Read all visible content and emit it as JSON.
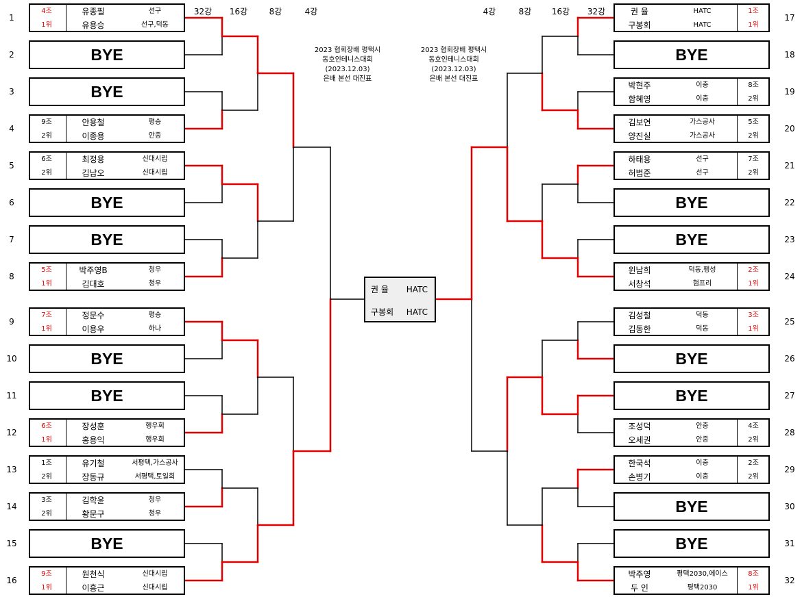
{
  "title_block": {
    "lines": [
      "2023 협회장배 평택시",
      "동호인테니스대회",
      "(2023.12.03)",
      "은배 본선 대진표"
    ]
  },
  "rounds": {
    "left": [
      "32강",
      "16강",
      "8강",
      "4강"
    ],
    "right": [
      "4강",
      "8강",
      "16강",
      "32강"
    ]
  },
  "final": {
    "p1_name": "권  율",
    "p1_club": "HATC",
    "p2_name": "구봉회",
    "p2_club": "HATC"
  },
  "slots": [
    {
      "no": "1",
      "bye": false,
      "group": "4조",
      "rank": "1위",
      "p1": "유종필",
      "c1": "선구",
      "p2": "유용승",
      "c2": "선구,덕동",
      "red": true
    },
    {
      "no": "2",
      "bye": true,
      "label": "BYE"
    },
    {
      "no": "3",
      "bye": true,
      "label": "BYE"
    },
    {
      "no": "4",
      "bye": false,
      "group": "9조",
      "rank": "2위",
      "p1": "안용철",
      "c1": "평송",
      "p2": "이종용",
      "c2": "안중",
      "red": false
    },
    {
      "no": "5",
      "bye": false,
      "group": "6조",
      "rank": "2위",
      "p1": "최정용",
      "c1": "신대시립",
      "p2": "김남오",
      "c2": "신대시립",
      "red": false
    },
    {
      "no": "6",
      "bye": true,
      "label": "BYE"
    },
    {
      "no": "7",
      "bye": true,
      "label": "BYE"
    },
    {
      "no": "8",
      "bye": false,
      "group": "5조",
      "rank": "1위",
      "p1": "박주영B",
      "c1": "청우",
      "p2": "김대호",
      "c2": "청우",
      "red": true
    },
    {
      "no": "9",
      "bye": false,
      "group": "7조",
      "rank": "1위",
      "p1": "정문수",
      "c1": "평송",
      "p2": "이용우",
      "c2": "하나",
      "red": true
    },
    {
      "no": "10",
      "bye": true,
      "label": "BYE"
    },
    {
      "no": "11",
      "bye": true,
      "label": "BYE"
    },
    {
      "no": "12",
      "bye": false,
      "group": "6조",
      "rank": "1위",
      "p1": "장성훈",
      "c1": "행우회",
      "p2": "홍용익",
      "c2": "행우회",
      "red": true
    },
    {
      "no": "13",
      "bye": false,
      "group": "1조",
      "rank": "2위",
      "p1": "유기철",
      "c1": "서평택,가스공사",
      "p2": "장동규",
      "c2": "서평택,토일회",
      "red": false
    },
    {
      "no": "14",
      "bye": false,
      "group": "3조",
      "rank": "2위",
      "p1": "김학윤",
      "c1": "청우",
      "p2": "황문구",
      "c2": "청우",
      "red": false
    },
    {
      "no": "15",
      "bye": true,
      "label": "BYE"
    },
    {
      "no": "16",
      "bye": false,
      "group": "9조",
      "rank": "1위",
      "p1": "원천식",
      "c1": "신대시립",
      "p2": "이흥근",
      "c2": "신대시립",
      "red": true
    },
    {
      "no": "17",
      "bye": false,
      "group": "1조",
      "rank": "1위",
      "p1": "권  율",
      "c1": "HATC",
      "p2": "구봉회",
      "c2": "HATC",
      "red": true
    },
    {
      "no": "18",
      "bye": true,
      "label": "BYE"
    },
    {
      "no": "19",
      "bye": false,
      "group": "8조",
      "rank": "2위",
      "p1": "박현주",
      "c1": "이충",
      "p2": "함혜영",
      "c2": "이충",
      "red": false
    },
    {
      "no": "20",
      "bye": false,
      "group": "5조",
      "rank": "2위",
      "p1": "김보연",
      "c1": "가스공사",
      "p2": "양진실",
      "c2": "가스공사",
      "red": false
    },
    {
      "no": "21",
      "bye": false,
      "group": "7조",
      "rank": "2위",
      "p1": "하태용",
      "c1": "선구",
      "p2": "허범준",
      "c2": "선구",
      "red": false
    },
    {
      "no": "22",
      "bye": true,
      "label": "BYE"
    },
    {
      "no": "23",
      "bye": true,
      "label": "BYE"
    },
    {
      "no": "24",
      "bye": false,
      "group": "2조",
      "rank": "1위",
      "p1": "윈남희",
      "c1": "덕동,팽성",
      "p2": "서창석",
      "c2": "험프리",
      "red": true
    },
    {
      "no": "25",
      "bye": false,
      "group": "3조",
      "rank": "1위",
      "p1": "김성철",
      "c1": "덕동",
      "p2": "김동한",
      "c2": "덕동",
      "red": true
    },
    {
      "no": "26",
      "bye": true,
      "label": "BYE"
    },
    {
      "no": "27",
      "bye": true,
      "label": "BYE"
    },
    {
      "no": "28",
      "bye": false,
      "group": "4조",
      "rank": "2위",
      "p1": "조성덕",
      "c1": "안중",
      "p2": "오세권",
      "c2": "안중",
      "red": false
    },
    {
      "no": "29",
      "bye": false,
      "group": "2조",
      "rank": "2위",
      "p1": "한국석",
      "c1": "이충",
      "p2": "손병기",
      "c2": "이충",
      "red": false
    },
    {
      "no": "30",
      "bye": true,
      "label": "BYE"
    },
    {
      "no": "31",
      "bye": true,
      "label": "BYE"
    },
    {
      "no": "32",
      "bye": false,
      "group": "8조",
      "rank": "1위",
      "p1": "박주영",
      "c1": "평택2030,에이스",
      "p2": "두  인",
      "c2": "평택2030",
      "red": true
    }
  ]
}
